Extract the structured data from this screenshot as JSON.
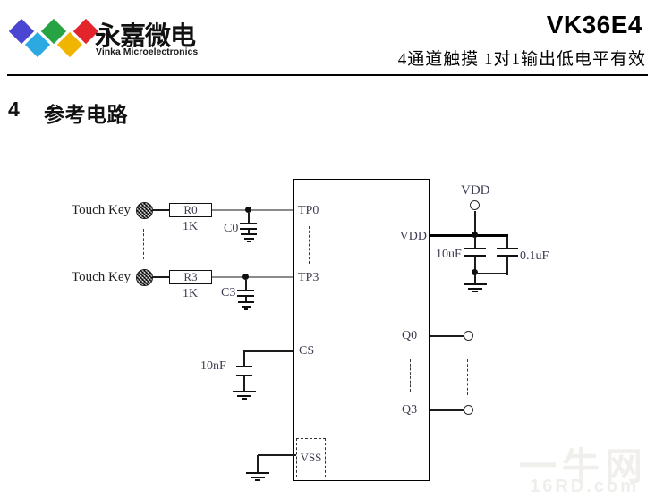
{
  "header": {
    "brand_cn": "永嘉微电",
    "brand_en": "Vinka Microelectronics",
    "part_number": "VK36E4",
    "subtitle": "4通道触摸 1对1输出低电平有效",
    "logo_colors": {
      "d1": "#4b46d2",
      "d2": "#2ba9e0",
      "d3": "#27a344",
      "d4": "#f0b500",
      "d5": "#e3242b"
    }
  },
  "section": {
    "number": "4",
    "title": "参考电路"
  },
  "circuit": {
    "touch_key_label": "Touch Key",
    "resistors": [
      {
        "name": "R0",
        "value": "1K"
      },
      {
        "name": "R3",
        "value": "1K"
      }
    ],
    "capacitors": {
      "c0": "C0",
      "c3": "C3",
      "cs": "10nF",
      "bulk": "10uF",
      "bypass": "0.1uF"
    },
    "power_label": "VDD",
    "pins": {
      "tp0": "TP0",
      "tp3": "TP3",
      "cs": "CS",
      "vss": "VSS",
      "vdd": "VDD",
      "q0": "Q0",
      "q3": "Q3"
    }
  },
  "watermark": {
    "line1": "一牛网",
    "line2": "16RD.com"
  }
}
